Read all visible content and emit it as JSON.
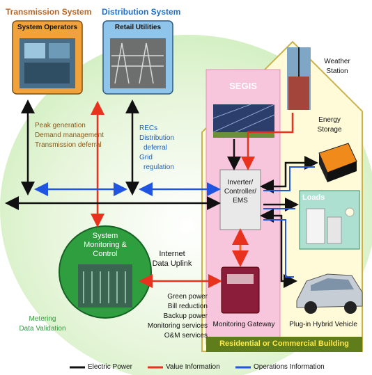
{
  "headers": {
    "transmission": "Transmission System",
    "distribution": "Distribution System"
  },
  "boxes": {
    "system_operators": "System Operators",
    "retail_utilities": "Retail Utilities",
    "segis": "SEGIS",
    "weather_station": "Weather Station",
    "energy_storage": "Energy Storage",
    "inverter": [
      "Inverter/",
      "Controller/",
      "EMS"
    ],
    "loads": "Loads",
    "system_monitoring": [
      "System",
      "Monitoring &",
      "Control"
    ],
    "internet": [
      "Internet",
      "Data Uplink"
    ],
    "monitoring_gateway": "Monitoring Gateway",
    "plugin_hybrid": "Plug-in Hybrid Vehicle",
    "building": "Residential or Commercial Building"
  },
  "transmission_labels": [
    "Peak generation",
    "Demand management",
    "Transmission deferral"
  ],
  "distribution_labels": [
    "RECs",
    "Distribution",
    "deferral",
    "Grid",
    "regulation"
  ],
  "metering_labels": [
    "Metering",
    "Data Validation"
  ],
  "benefits": [
    "Green power",
    "Bill reduction",
    "Backup power",
    "Monitoring services",
    "O&M services"
  ],
  "legend": {
    "electric": "Electric Power",
    "value": "Value Information",
    "operations": "Operations Information"
  },
  "colors": {
    "electric": "#111111",
    "value": "#e8321e",
    "operations": "#1f55e0",
    "segis_panel": "#f7c6dc",
    "house": "#fffbd9",
    "green_bg": "#d9f2c8",
    "box_orange": "#f2a23a",
    "box_blue": "#8fc5ea",
    "circle_green": "#2f9e3f",
    "building_bar": "#6b8a1e"
  }
}
